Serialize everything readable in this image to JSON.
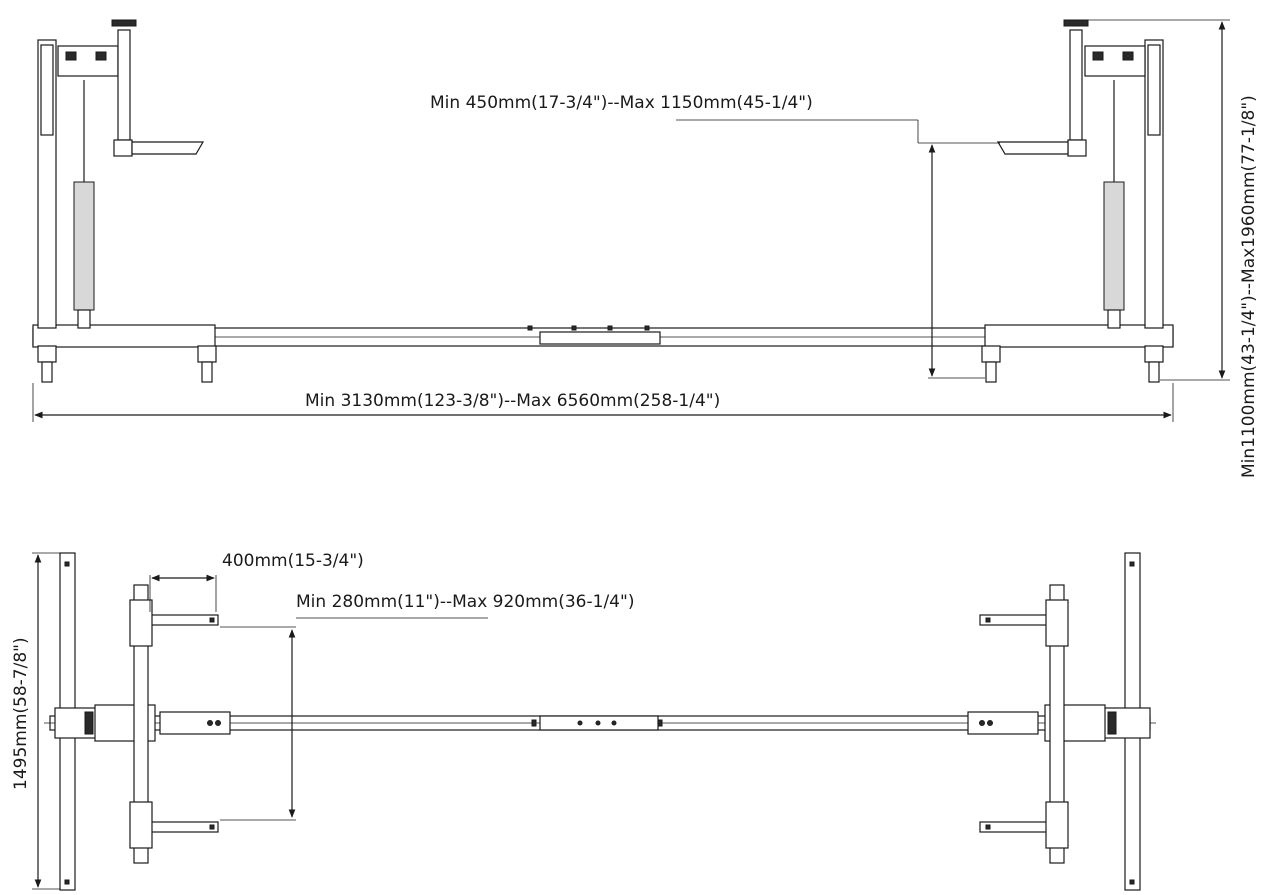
{
  "side_view": {
    "height_adjust_label": "Min 450mm(17-3/4\")--Max 1150mm(45-1/4\")",
    "overall_length_label": "Min 3130mm(123-3/8\")--Max 6560mm(258-1/4\")",
    "overall_height_label": "Min1100mm(43-1/4\")--Max1960mm(77-1/8\")"
  },
  "top_view": {
    "arm_length_label": "400mm(15-3/4\")",
    "arm_spacing_label": "Min 280mm(11\")--Max 920mm(36-1/4\")",
    "base_width_label": "1495mm(58-7/8\")"
  }
}
